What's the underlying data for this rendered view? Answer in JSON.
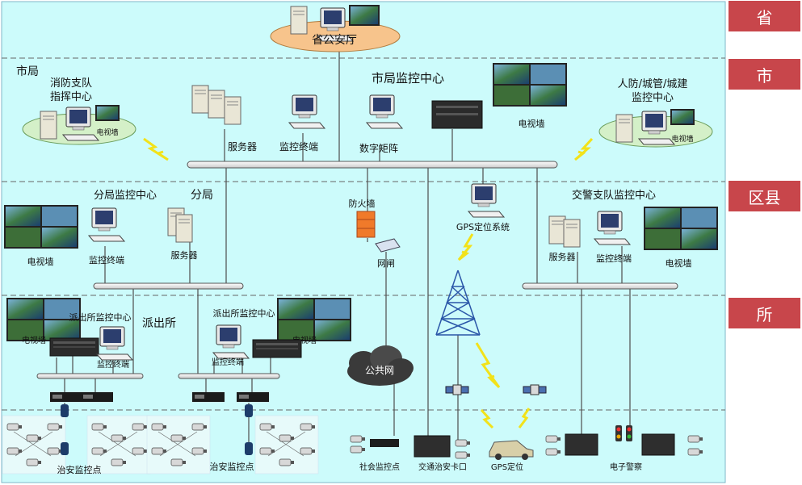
{
  "levels": {
    "province": "省",
    "city": "市",
    "district": "区县",
    "station": "所"
  },
  "province": {
    "hall": "省公安厅"
  },
  "city": {
    "section": "市局",
    "fire_center_line1": "消防支队",
    "fire_center_line2": "指挥中心",
    "fire_tv": "电视墙",
    "server": "服务器",
    "monitor_terminal": "监控终端",
    "matrix_center": "市局监控中心",
    "digital_matrix": "数字矩阵",
    "tv_wall": "电视墙",
    "civil_center_line1": "人防/城管/城建",
    "civil_center_line2": "监控中心",
    "civil_tv": "电视墙"
  },
  "district": {
    "branch_center": "分局监控中心",
    "branch": "分局",
    "tv_wall": "电视墙",
    "monitor_terminal": "监控终端",
    "server": "服务器",
    "firewall": "防火墙",
    "gateway": "网闸",
    "gps_system": "GPS定位系统",
    "traffic_center": "交警支队监控中心",
    "traffic_server": "服务器",
    "traffic_terminal": "监控终端",
    "traffic_tv": "电视墙"
  },
  "station": {
    "tv_wall_left": "电视墙",
    "center_left": "派出所监控中心",
    "police_station": "派出所",
    "terminal_left": "监控终端",
    "center_right": "派出所监控中心",
    "tv_wall_right": "电视墙",
    "terminal_right": "监控终端"
  },
  "bottom": {
    "public_net": "公共网",
    "security_point_left": "治安监控点",
    "security_point_right": "治安监控点",
    "social_point": "社会监控点",
    "traffic_checkpoint": "交通治安卡口",
    "gps_locate": "GPS定位",
    "e_police": "电子警察"
  },
  "colors": {
    "background": "#ccfbfb",
    "level_tag": "#c8464b",
    "bus": "#ffffff",
    "lightning": "#f2e21a",
    "firewall": "#f07a2a"
  }
}
